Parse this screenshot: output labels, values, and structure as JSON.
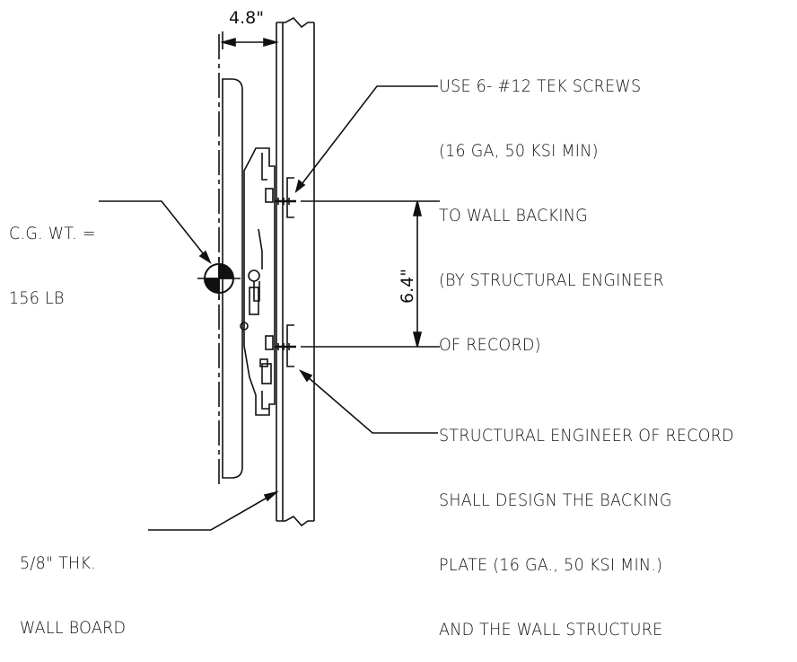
{
  "dimensions": {
    "offset_label": "4.8\"",
    "spacing_label": "6.4\""
  },
  "notes": {
    "screws": {
      "lines": [
        "USE 6- #12 TEK SCREWS",
        "(16 GA, 50 KSI MIN)",
        "TO WALL BACKING",
        "(BY STRUCTURAL ENGINEER",
        "OF RECORD)"
      ]
    },
    "cg": {
      "lines": [
        "C.G. WT. =",
        "156 LB"
      ]
    },
    "backing": {
      "lines": [
        "STRUCTURAL ENGINEER OF RECORD",
        "SHALL DESIGN THE BACKING",
        "PLATE (16 GA., 50 KSI MIN.)",
        "AND THE WALL STRUCTURE"
      ]
    },
    "wallboard": {
      "lines": [
        "5/8\" THK.",
        "WALL BOARD"
      ]
    }
  }
}
